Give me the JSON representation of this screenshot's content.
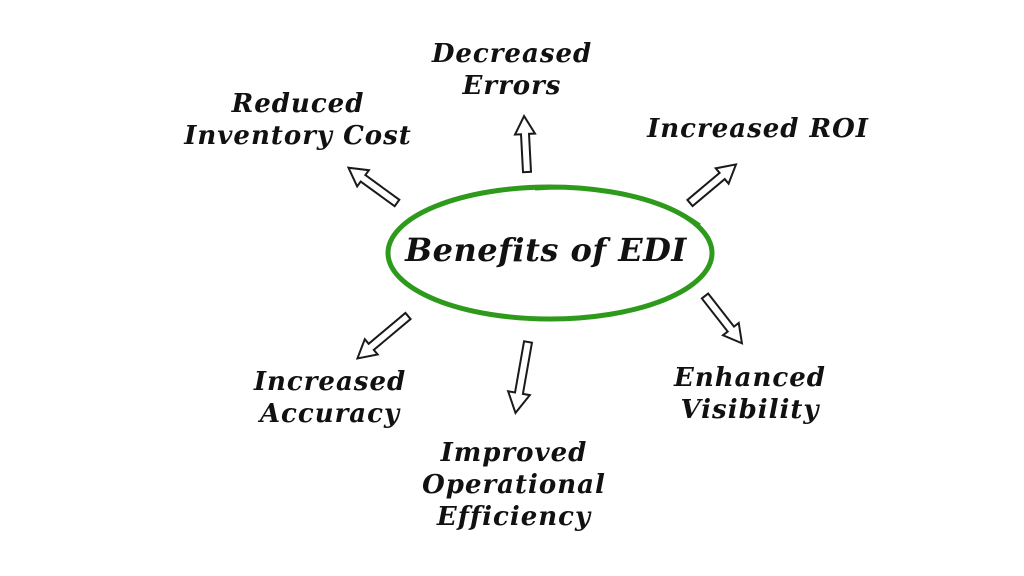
{
  "diagram": {
    "center": {
      "label": "Benefits of EDI",
      "ellipse_color": "#2e9a1c"
    },
    "benefits": [
      {
        "id": "decreased-errors",
        "lines": [
          "Decreased",
          "Errors"
        ]
      },
      {
        "id": "increased-roi",
        "lines": [
          "Increased ROI"
        ]
      },
      {
        "id": "enhanced-visibility",
        "lines": [
          "Enhanced",
          "Visibility"
        ]
      },
      {
        "id": "improved-operational-efficiency",
        "lines": [
          "Improved",
          "Operational",
          "Efficiency"
        ]
      },
      {
        "id": "increased-accuracy",
        "lines": [
          "Increased",
          "Accuracy"
        ]
      },
      {
        "id": "reduced-inventory-cost",
        "lines": [
          "Reduced",
          "Inventory Cost"
        ]
      }
    ]
  }
}
